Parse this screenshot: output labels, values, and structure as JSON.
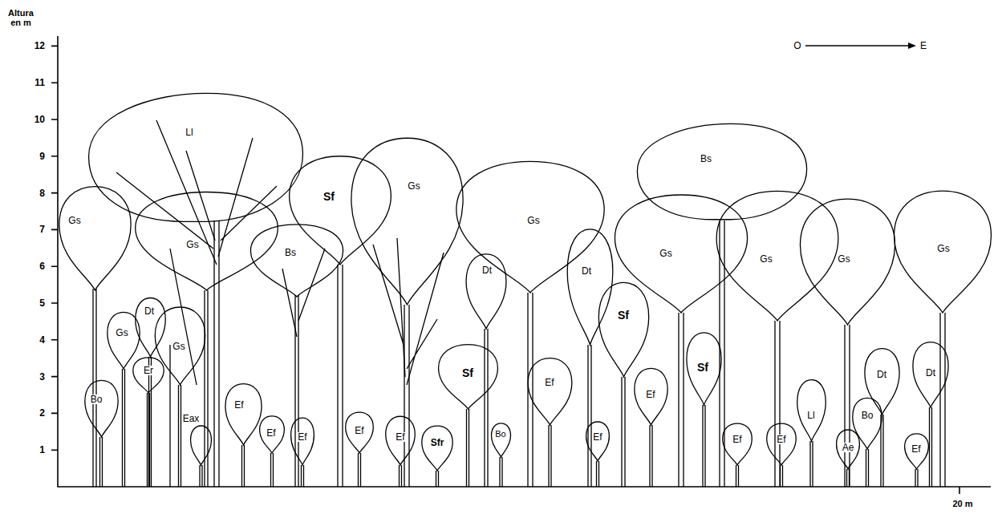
{
  "diagram": {
    "nodes": [
      {
        "text": [
          "Gs"
        ]
      },
      {
        "text": [
          "Bo"
        ]
      },
      {
        "text": [
          "Gs"
        ]
      },
      {
        "text": [
          "Dt"
        ]
      },
      {
        "text": [
          "Er"
        ]
      },
      {
        "text": [
          "Gs"
        ]
      },
      {
        "text": [
          "Ll"
        ]
      },
      {
        "text": [
          "Eax"
        ]
      },
      {
        "text": [
          "Gs"
        ]
      },
      {
        "text": [
          "Ef"
        ]
      },
      {
        "text": [
          "Ef"
        ]
      },
      {
        "text": [
          "Bs"
        ]
      },
      {
        "text": [
          "Ef"
        ]
      },
      {
        "text": [
          "Sf"
        ]
      },
      {
        "text": [
          "Ef"
        ]
      },
      {
        "text": [
          "Ef"
        ]
      },
      {
        "text": [
          "Gs"
        ]
      },
      {
        "text": [
          "Sfr"
        ]
      },
      {
        "text": [
          "Sf"
        ]
      },
      {
        "text": [
          "Dt"
        ]
      },
      {
        "text": [
          "Bo"
        ]
      },
      {
        "text": [
          "Gs"
        ]
      },
      {
        "text": [
          "Ef"
        ]
      },
      {
        "text": [
          "Dt"
        ]
      },
      {
        "text": [
          "Ef"
        ]
      },
      {
        "text": [
          "Sf"
        ]
      },
      {
        "text": [
          "Ef"
        ]
      },
      {
        "text": [
          "Gs"
        ]
      },
      {
        "text": [
          "Sf"
        ]
      },
      {
        "text": [
          "Bs"
        ]
      },
      {
        "text": [
          "Ef"
        ]
      },
      {
        "text": [
          "Gs"
        ]
      },
      {
        "text": [
          "Ef"
        ]
      },
      {
        "text": [
          "Ll"
        ]
      },
      {
        "text": [
          "Gs"
        ]
      },
      {
        "text": [
          "Ae"
        ]
      },
      {
        "text": [
          "Bo"
        ]
      },
      {
        "text": [
          "Dt"
        ]
      },
      {
        "text": [
          "Ef"
        ]
      },
      {
        "text": [
          "Dt"
        ]
      },
      {
        "text": [
          "Gs"
        ]
      }
    ],
    "labels": [
      "Altura en m",
      "12",
      "11",
      "10",
      "9",
      "8",
      "7",
      "6",
      "5",
      "4",
      "3",
      "2",
      "1",
      "O",
      "E",
      "20 m"
    ]
  }
}
